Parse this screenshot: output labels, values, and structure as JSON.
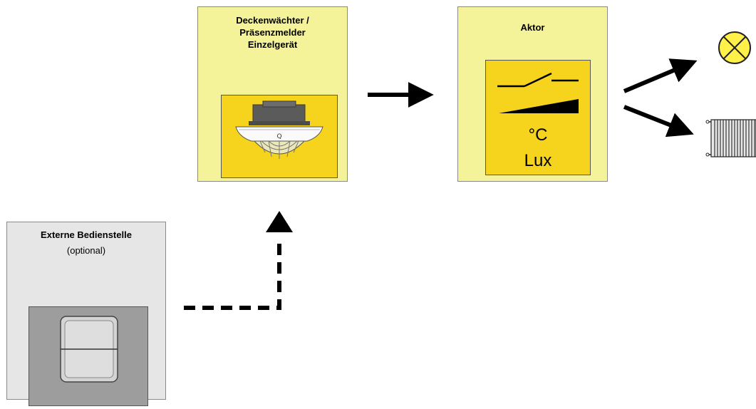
{
  "sensor": {
    "title": "Deckenwächter /\nPräsenzmelder\nEinzelgerät"
  },
  "actor": {
    "title": "Aktor",
    "unit_temperature": "°C",
    "unit_light": "Lux"
  },
  "external": {
    "title": "Externe Bedienstelle",
    "subtitle": "(optional)"
  },
  "icons": {
    "sensor": "ceiling-presence-detector-icon",
    "switch_symbol": "switch-contact-icon",
    "ramp_symbol": "dimming-ramp-icon",
    "lamp": "lamp-icon",
    "radiator": "radiator-icon",
    "push_button": "push-button-icon"
  },
  "colors": {
    "box_yellow": "#f4f39a",
    "panel_yellow": "#f6d31d",
    "lamp_yellow": "#fff04a",
    "external_gray": "#e6e6e6"
  }
}
